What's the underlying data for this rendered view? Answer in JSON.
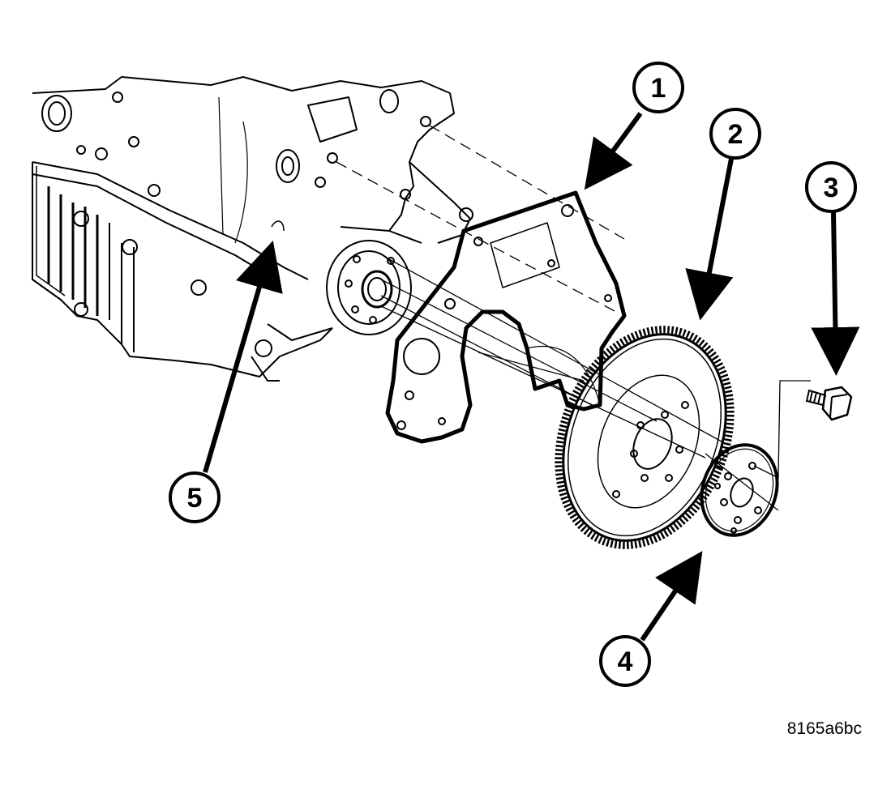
{
  "figure": {
    "code": "8165a6bc",
    "callouts": [
      {
        "id": "1",
        "label": "1"
      },
      {
        "id": "2",
        "label": "2"
      },
      {
        "id": "3",
        "label": "3"
      },
      {
        "id": "4",
        "label": "4"
      },
      {
        "id": "5",
        "label": "5"
      }
    ]
  }
}
